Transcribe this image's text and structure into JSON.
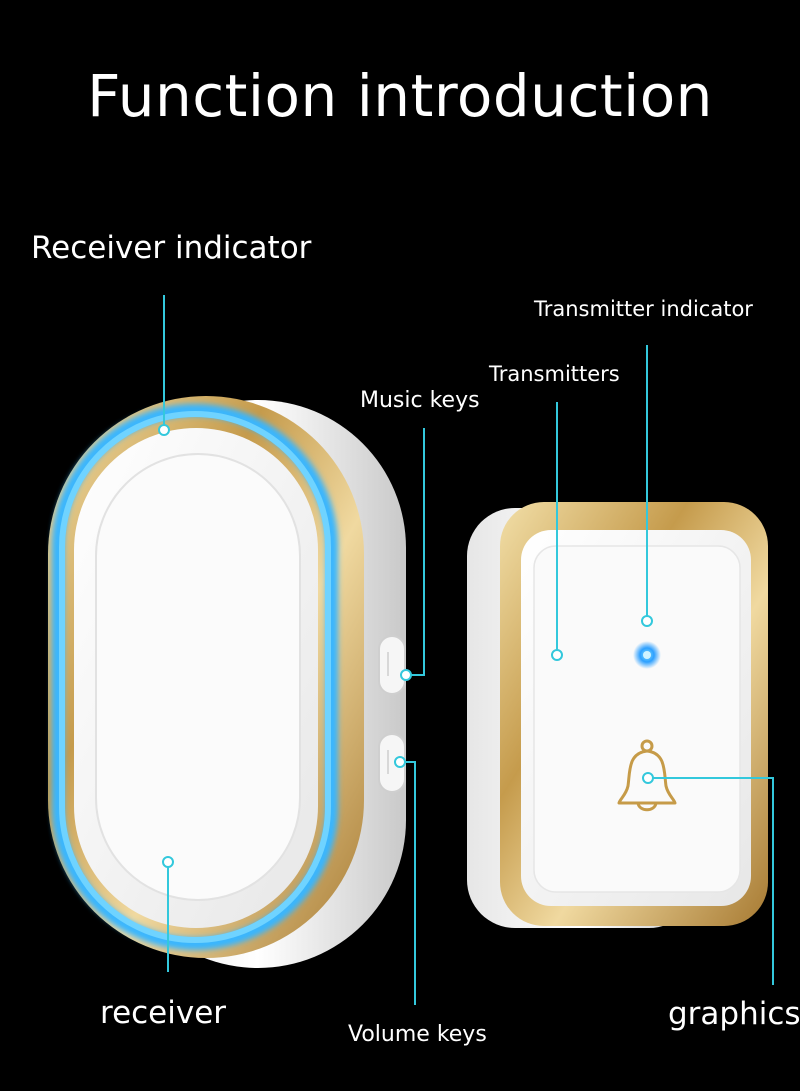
{
  "title": "Function introduction",
  "labels": {
    "receiver_indicator": "Receiver indicator",
    "transmitter_indicator": "Transmitter indicator",
    "transmitters": "Transmitters",
    "music_keys": "Music keys",
    "receiver": "receiver",
    "volume_keys": "Volume keys",
    "graphics": "graphics"
  },
  "colors": {
    "background": "#000000",
    "callout": "#33c8dc",
    "gold_trim": "#c9a85a",
    "led_blue": "#3ab0ff",
    "body_white": "#f4f4f4"
  },
  "icons": [
    "bell-icon"
  ]
}
